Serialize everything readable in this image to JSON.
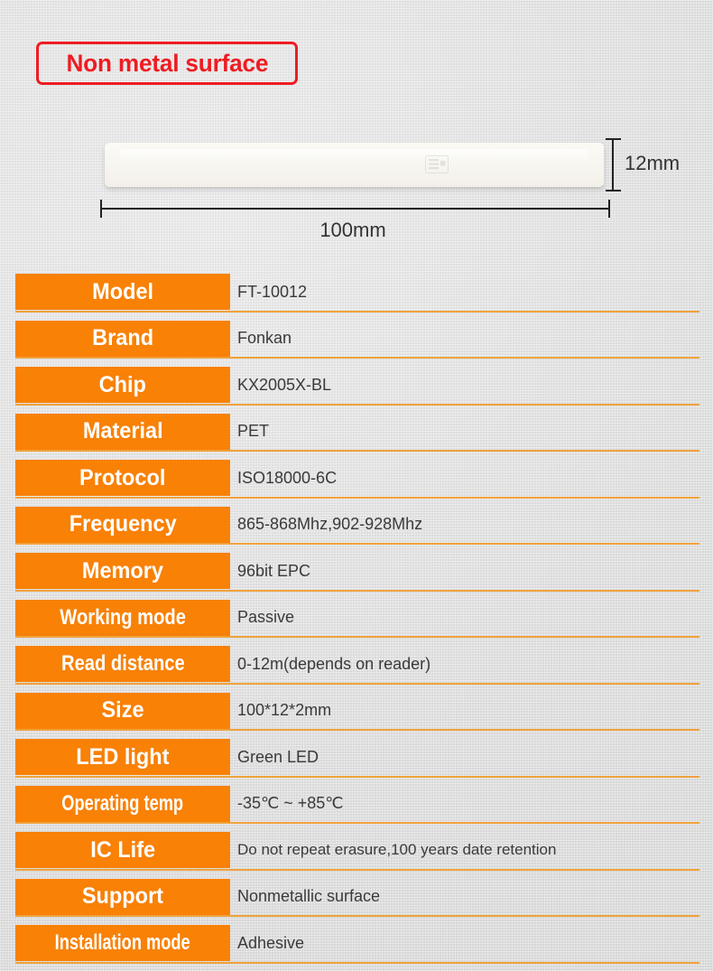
{
  "header": {
    "badge_label": "Non metal surface",
    "badge_border_color": "#ee1c22",
    "badge_text_color": "#ee1c22"
  },
  "product": {
    "icon_name": "rfid-chip-icon",
    "width_label": "100mm",
    "height_label": "12mm",
    "tag_color": "#f7f5ef"
  },
  "theme": {
    "key_background": "#f88106",
    "key_text_color": "#ffffff",
    "underline_color": "#f0a23c",
    "value_text_color": "#3a3a3a",
    "page_background": "#e4e4e4"
  },
  "spec_table": {
    "rows": [
      {
        "key": "Model",
        "value": "FT-10012"
      },
      {
        "key": "Brand",
        "value": "Fonkan"
      },
      {
        "key": "Chip",
        "value": "KX2005X-BL"
      },
      {
        "key": "Material",
        "value": "PET"
      },
      {
        "key": "Protocol",
        "value": "ISO18000-6C"
      },
      {
        "key": "Frequency",
        "value": "865-868Mhz,902-928Mhz"
      },
      {
        "key": "Memory",
        "value": "96bit EPC"
      },
      {
        "key": "Working mode",
        "value": "Passive"
      },
      {
        "key": "Read distance",
        "value": "0-12m(depends on reader)"
      },
      {
        "key": "Size",
        "value": "100*12*2mm"
      },
      {
        "key": "LED light",
        "value": "Green LED"
      },
      {
        "key": "Operating temp",
        "value": "-35℃ ~ +85℃"
      },
      {
        "key": "IC Life",
        "value": "Do not repeat erasure,100 years date retention"
      },
      {
        "key": "Support",
        "value": "Nonmetallic surface"
      },
      {
        "key": "Installation mode",
        "value": "Adhesive"
      }
    ]
  }
}
